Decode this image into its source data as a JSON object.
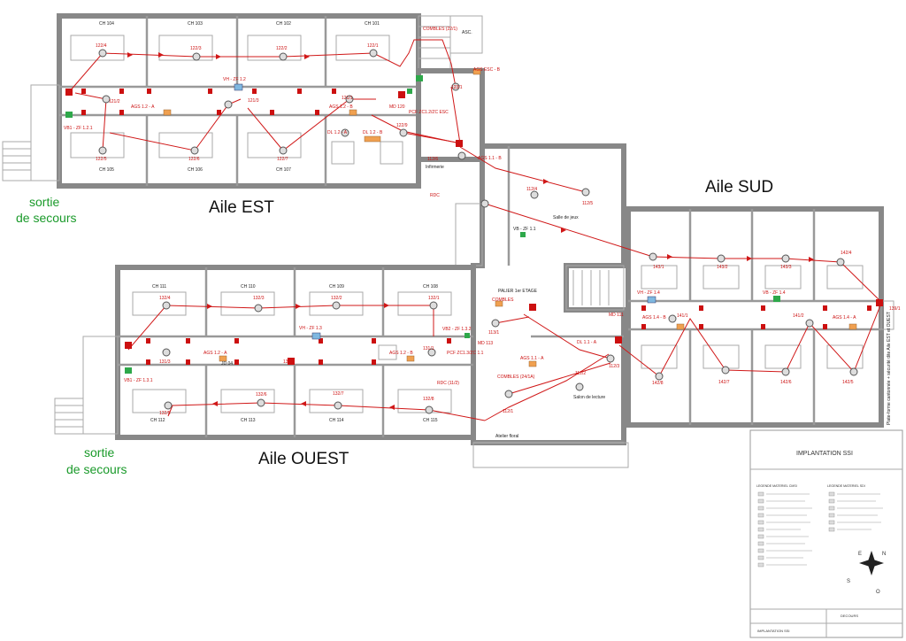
{
  "wings": {
    "est": "Aile EST",
    "sud": "Aile SUD",
    "ouest": "Aile OUEST"
  },
  "exits": {
    "top_line1": "sortie",
    "top_line2": "de secours",
    "bottom_line1": "sortie",
    "bottom_line2": "de secours"
  },
  "rooms": {
    "est_top": [
      "CH 104",
      "CH 103",
      "CH 102",
      "CH 101"
    ],
    "est_bottom": [
      "CH 105",
      "CH 106",
      "CH 107"
    ],
    "ouest_top": [
      "CH 111",
      "CH 110",
      "CH 109",
      "CH 108"
    ],
    "ouest_bottom": [
      "CH 112",
      "CH 113",
      "CH 114",
      "CH 115"
    ],
    "central": [
      "Infirmerie",
      "Salle de jeux",
      "PALIER 1er ETAGE",
      "Salon de lecture",
      "Atelier floral",
      "ASC."
    ]
  },
  "devices": {
    "est": [
      "122/4",
      "122/3",
      "122/2",
      "122/1",
      "121/2",
      "121/3",
      "122/5",
      "122/6",
      "122/7",
      "122/8",
      "122/9",
      "121/1",
      "123/1",
      "112/6"
    ],
    "sud": [
      "112/4",
      "112/5",
      "143/1",
      "143/2",
      "143/3",
      "142/4",
      "141/1",
      "141/2",
      "142/5",
      "142/6",
      "142/7",
      "142/8",
      "139/1"
    ],
    "ouest": [
      "132/4",
      "132/3",
      "132/2",
      "132/1",
      "131/3",
      "131/2",
      "132/5",
      "132/6",
      "132/7",
      "132/8",
      "131/1",
      "113/1",
      "112/1",
      "112/2",
      "112/3"
    ]
  },
  "zones": {
    "est": [
      "AGS 1.2 - A",
      "AGS 1.2 - B",
      "VH - ZF 1.2",
      "VB1 - ZF 1.2.1",
      "DL 1.2 - A",
      "DL 1.2 - B",
      "MD 120",
      "PCF ZC1.2/ZC ESC",
      "AGS ESC - B",
      "COMBLES (22/1)"
    ],
    "sud": [
      "AGS 1.4 - B",
      "AGS 1.4 - A",
      "VH - ZF 1.4",
      "VB - ZF 1.4",
      "AGS 1.1 - B",
      "VB - ZF 1.1"
    ],
    "ouest": [
      "AGS 1.2 - A",
      "AGS 1.2 - B",
      "VH - ZF 1.3",
      "VB1 - ZF 1.3.1",
      "VB2 - ZF 1.3.2",
      "PCF ZC1.3/ZC 1.1",
      "MD 113",
      "AGS 1.1 - A",
      "DL 1.1 - A",
      "MD 111",
      "COMBLES (24/1A)",
      "COMBLES"
    ]
  },
  "misc": {
    "rdc_top": "RDC",
    "rdc_mid": "RDC (11/2)",
    "jd": "JD 04",
    "vertical_note": "Plate-forme cantonnée + sécurité dite Aile EST et OUEST"
  },
  "title_block": {
    "title": "IMPLANTATION SSI",
    "legend_left": "LEGENDE MATERIEL CMSI",
    "legend_right": "LEGENDE MATERIEL SDI",
    "footer": "IMPLANTATION SSI",
    "company": "DECOURS"
  },
  "compass": {
    "n": "N",
    "e": "E",
    "s": "S",
    "o": "O"
  }
}
